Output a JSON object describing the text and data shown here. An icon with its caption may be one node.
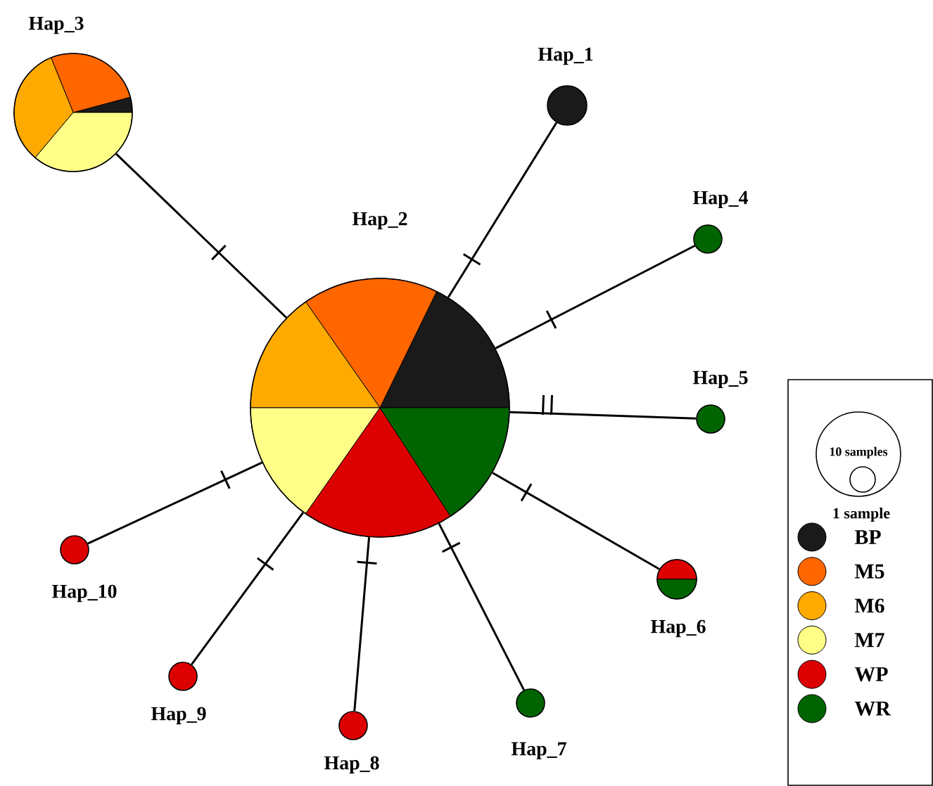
{
  "diagram": {
    "nodes": [
      {
        "text": [
          "Hap_1"
        ]
      },
      {
        "text": [
          "Hap_2"
        ]
      },
      {
        "text": [
          "Hap_3"
        ]
      },
      {
        "text": [
          "Hap_4"
        ]
      },
      {
        "text": [
          "Hap_5"
        ]
      },
      {
        "text": [
          "Hap_6"
        ]
      },
      {
        "text": [
          "Hap_7"
        ]
      },
      {
        "text": [
          "Hap_8"
        ]
      },
      {
        "text": [
          "Hap_9"
        ]
      },
      {
        "text": [
          "Hap_10"
        ]
      }
    ],
    "edges": [
      {
        "from": 1,
        "to": 0,
        "arrow": "none"
      },
      {
        "from": 1,
        "to": 2,
        "arrow": "none"
      },
      {
        "from": 1,
        "to": 3,
        "arrow": "none"
      },
      {
        "from": 1,
        "to": 4,
        "arrow": "none"
      },
      {
        "from": 1,
        "to": 5,
        "arrow": "none"
      },
      {
        "from": 1,
        "to": 6,
        "arrow": "none"
      },
      {
        "from": 1,
        "to": 7,
        "arrow": "none"
      },
      {
        "from": 1,
        "to": 8,
        "arrow": "none"
      },
      {
        "from": 1,
        "to": 9,
        "arrow": "none"
      }
    ],
    "legend": [
      {
        "text": "10 samples"
      },
      {
        "text": "1 sample"
      },
      {
        "text": "BP",
        "color": "#1a1a1a"
      },
      {
        "text": "M5",
        "color": "#ff6600"
      },
      {
        "text": "M6",
        "color": "#ffaa00"
      },
      {
        "text": "M7",
        "color": "#ffff88"
      },
      {
        "text": "WP",
        "color": "#dd0000"
      },
      {
        "text": "WR",
        "color": "#006400"
      }
    ]
  }
}
